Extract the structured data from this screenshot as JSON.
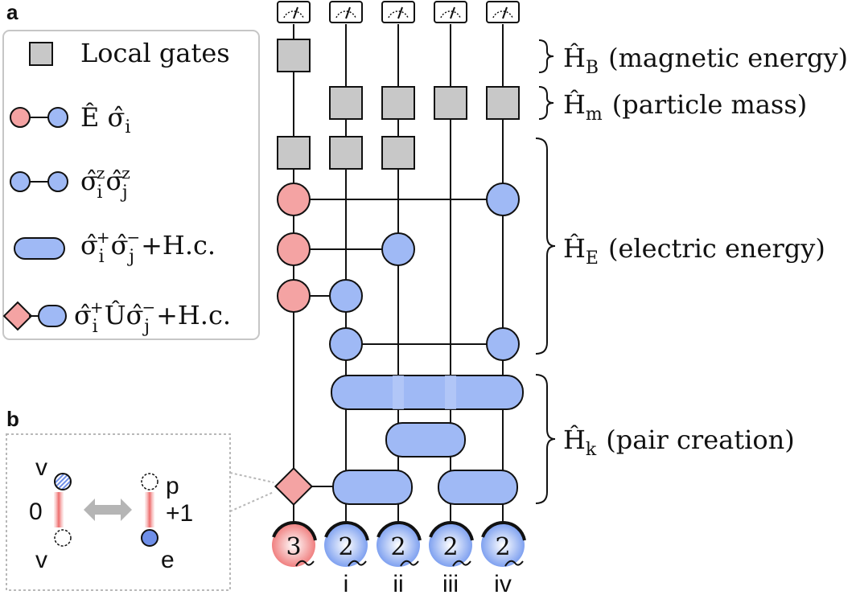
{
  "panels": {
    "a": "a",
    "b": "b"
  },
  "legend": {
    "local_gates": "Local gates",
    "e_sigma": "Ê σ̂",
    "e_sigma_sub": "i",
    "zz": "σ̂",
    "zz_sup1": "z",
    "zz_sub1": "i",
    "zz_sup2": "z",
    "zz_sub2": "j",
    "hop_a": "σ̂",
    "hop_sup1": "+",
    "hop_sub1": "i",
    "hop_sup2": "−",
    "hop_sub2": "j",
    "hop_hc": "+H.c.",
    "hopu_u": "Û",
    "hopu_hc": "+H.c."
  },
  "hamiltonians": [
    {
      "H": "Ĥ",
      "sub": "B",
      "text": "(magnetic energy)"
    },
    {
      "H": "Ĥ",
      "sub": "m",
      "text": "(particle mass)"
    },
    {
      "H": "Ĥ",
      "sub": "E",
      "text": "(electric energy)"
    },
    {
      "H": "Ĥ",
      "sub": "k",
      "text": "(pair creation)"
    }
  ],
  "qudits": [
    {
      "level": "3",
      "label": "",
      "color": "#f4a3a3"
    },
    {
      "level": "2",
      "label": "i",
      "color": "#9fb9f5"
    },
    {
      "level": "2",
      "label": "ii",
      "color": "#9fb9f5"
    },
    {
      "level": "2",
      "label": "iii",
      "color": "#9fb9f5"
    },
    {
      "level": "2",
      "label": "iv",
      "color": "#9fb9f5"
    }
  ],
  "inset": {
    "v_top": "v",
    "v_bottom": "v",
    "zero": "0",
    "p": "p",
    "plus_one": "+1",
    "e": "e"
  },
  "icons": [
    "meter-icon",
    "double-arrow-icon"
  ]
}
